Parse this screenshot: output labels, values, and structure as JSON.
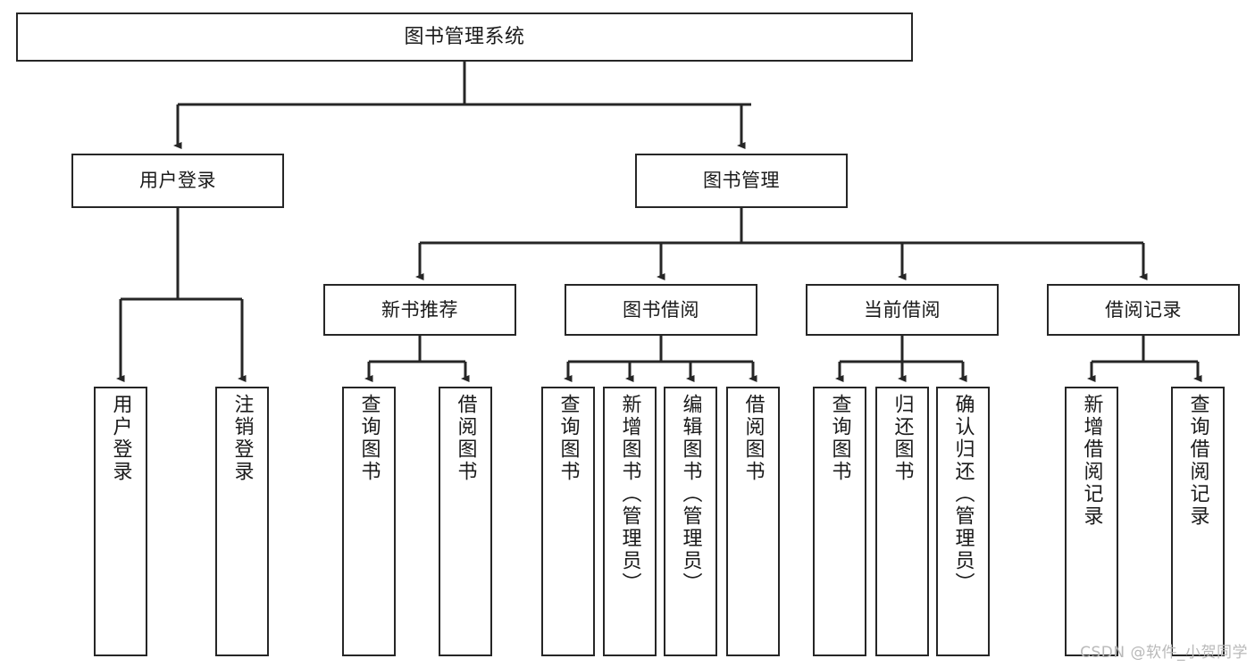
{
  "diagram": {
    "title": "图书管理系统",
    "type": "tree-hierarchy",
    "orientation": "top-down",
    "colors": {
      "box_border": "#262626",
      "box_fill": "#ffffff",
      "edge": "#262626",
      "text": "#1a1a1a",
      "watermark": "#b9b9b9",
      "background": "#ffffff"
    },
    "levels": [
      {
        "level": 1,
        "nodes": [
          {
            "id": "root",
            "label": "图书管理系统"
          }
        ]
      },
      {
        "level": 2,
        "nodes": [
          {
            "id": "login",
            "label": "用户登录"
          },
          {
            "id": "bookmgmt",
            "label": "图书管理"
          }
        ]
      },
      {
        "level": 3,
        "nodes": [
          {
            "id": "newbook",
            "label": "新书推荐"
          },
          {
            "id": "borrow",
            "label": "图书借阅"
          },
          {
            "id": "current",
            "label": "当前借阅"
          },
          {
            "id": "records",
            "label": "借阅记录"
          }
        ]
      },
      {
        "level": 4,
        "nodes": [
          {
            "id": "leaf1",
            "label": "用户登录",
            "parent": "login"
          },
          {
            "id": "leaf2",
            "label": "注销登录",
            "parent": "login"
          },
          {
            "id": "leaf3",
            "label": "查询图书",
            "parent": "newbook"
          },
          {
            "id": "leaf4",
            "label": "借阅图书",
            "parent": "newbook"
          },
          {
            "id": "leaf5",
            "label": "查询图书",
            "parent": "borrow"
          },
          {
            "id": "leaf6",
            "label": "新增图书（管理员）",
            "parent": "borrow"
          },
          {
            "id": "leaf7",
            "label": "编辑图书（管理员）",
            "parent": "borrow"
          },
          {
            "id": "leaf8",
            "label": "借阅图书",
            "parent": "borrow"
          },
          {
            "id": "leaf9",
            "label": "查询图书",
            "parent": "current"
          },
          {
            "id": "leaf10",
            "label": "归还图书",
            "parent": "current"
          },
          {
            "id": "leaf11",
            "label": "确认归还（管理员）",
            "parent": "current"
          },
          {
            "id": "leaf12",
            "label": "新增借阅记录",
            "parent": "records"
          },
          {
            "id": "leaf13",
            "label": "查询借阅记录",
            "parent": "records"
          }
        ]
      }
    ]
  },
  "watermark": {
    "text": "CSDN @软件_小贺同学"
  }
}
